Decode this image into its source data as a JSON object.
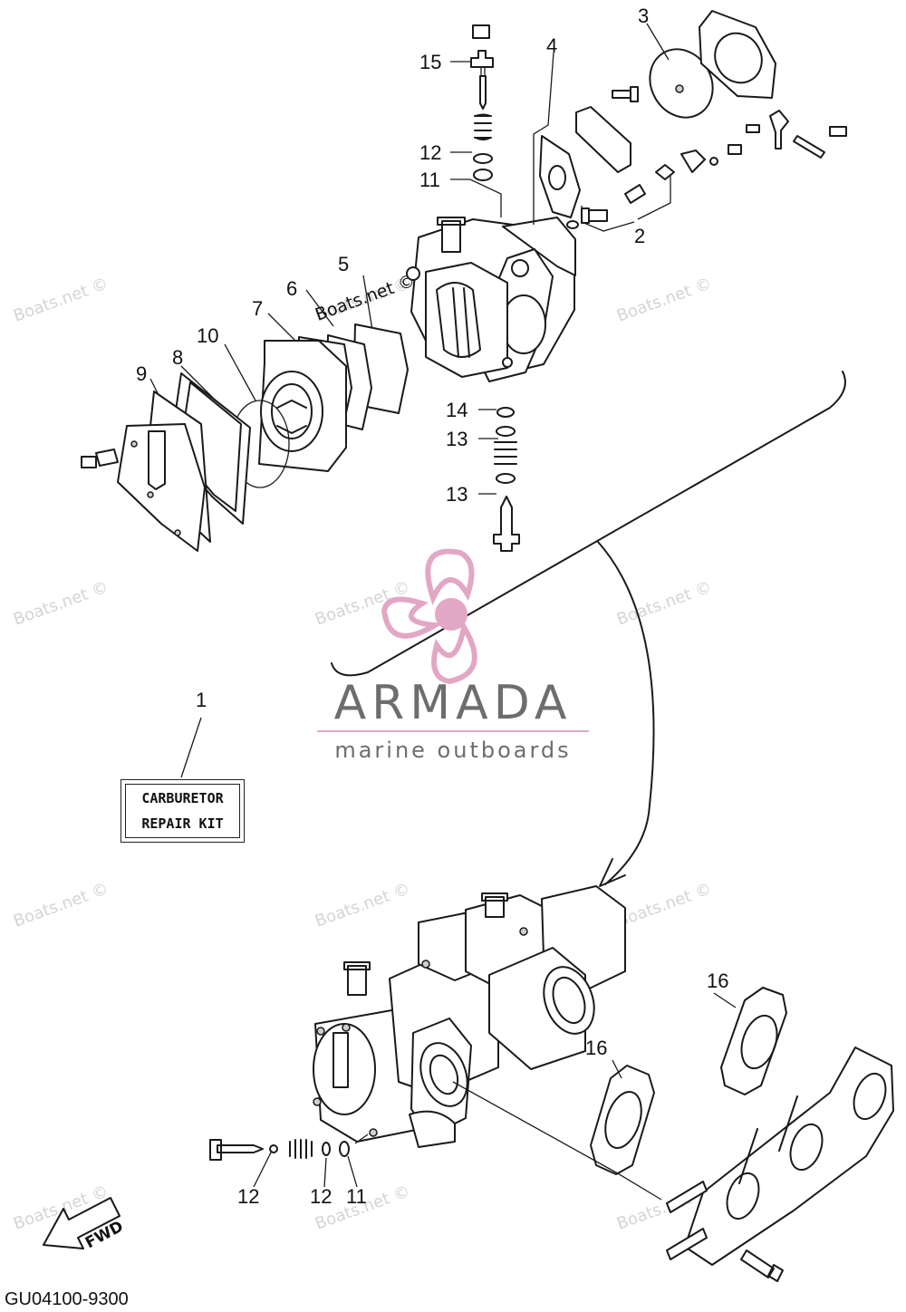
{
  "watermark_text": "Boats.net ©",
  "callouts": [
    "1",
    "2",
    "3",
    "4",
    "5",
    "6",
    "7",
    "8",
    "9",
    "10",
    "11",
    "12",
    "13",
    "14",
    "15",
    "16"
  ],
  "kit_label": {
    "line1": "CARBURETOR",
    "line2": "REPAIR KIT"
  },
  "brand": {
    "name": "ARMADA",
    "tagline": "marine outboards",
    "accent_color": "#e3a7c6",
    "text_color": "#6d6d6d"
  },
  "fwd_label": "FWD",
  "part_code": "GU04100-9300"
}
